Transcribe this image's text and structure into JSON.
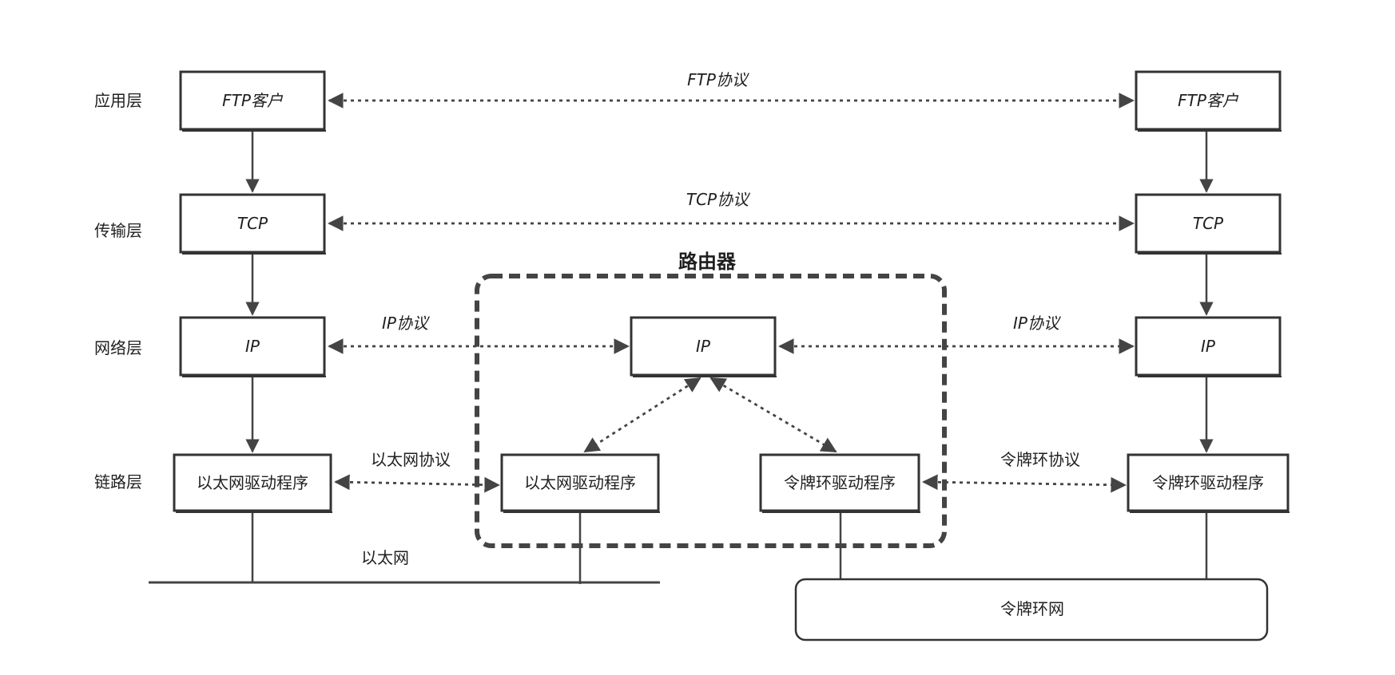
{
  "layers": {
    "application": "应用层",
    "transport": "传输层",
    "network": "网络层",
    "link": "链路层"
  },
  "left_host": {
    "ftp": "FTP客户",
    "tcp": "TCP",
    "ip": "IP",
    "driver": "以太网驱动程序"
  },
  "router": {
    "title": "路由器",
    "ip": "IP",
    "eth_driver": "以太网驱动程序",
    "token_driver": "令牌环驱动程序"
  },
  "right_host": {
    "ftp": "FTP客户",
    "tcp": "TCP",
    "ip": "IP",
    "driver": "令牌环驱动程序"
  },
  "protocols": {
    "ftp": "FTP协议",
    "tcp": "TCP协议",
    "ip_left": "IP协议",
    "ip_right": "IP协议",
    "ethernet": "以太网协议",
    "token_ring": "令牌环协议"
  },
  "networks": {
    "ethernet": "以太网",
    "token_ring": "令牌环网"
  },
  "colors": {
    "stroke": "#333333",
    "background": "#ffffff"
  }
}
